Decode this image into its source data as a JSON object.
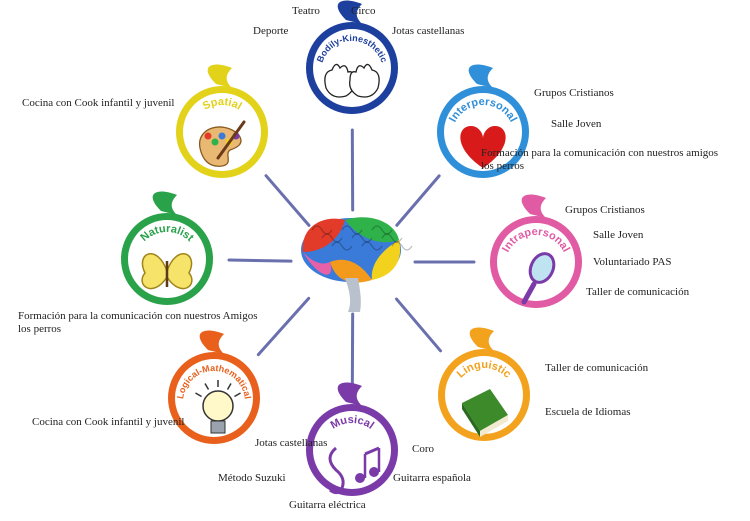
{
  "center": {
    "icon": "brain-icon"
  },
  "intelligences": [
    {
      "key": "bodily",
      "title": "Bodily-Kinesthetic",
      "color": "#1d3f9e",
      "icon": "gloves-icon",
      "activities": [
        "Teatro",
        "Circo",
        "Deporte",
        "Jotas castellanas"
      ]
    },
    {
      "key": "interpersonal",
      "title": "Interpersonal",
      "color": "#2f8fd8",
      "icon": "heart-icon",
      "activities": [
        "Grupos Cristianos",
        "Salle Joven",
        "Formación para la comunicación con nuestros amigos los perros"
      ]
    },
    {
      "key": "intrapersonal",
      "title": "Intrapersonal",
      "color": "#e05ba3",
      "icon": "mirror-icon",
      "activities": [
        "Grupos Cristianos",
        "Salle Joven",
        "Voluntariado PAS",
        "Taller de comunicación"
      ]
    },
    {
      "key": "linguistic",
      "title": "Linguistic",
      "color": "#f2a21c",
      "icon": "book-icon",
      "activities": [
        "Taller de comunicación",
        "Escuela de Idiomas"
      ]
    },
    {
      "key": "musical",
      "title": "Musical",
      "color": "#7a3aa8",
      "icon": "music-notes-icon",
      "activities": [
        "Coro",
        "Guitarra española",
        "Guitarra eléctrica",
        "Método Suzuki",
        "Jotas castellanas"
      ]
    },
    {
      "key": "logical",
      "title": "Logical-Mathematical",
      "color": "#e8601c",
      "icon": "lightbulb-icon",
      "activities": [
        "Cocina con Cook infantil y juvenil"
      ]
    },
    {
      "key": "naturalist",
      "title": "Naturalist",
      "color": "#2aa24a",
      "icon": "butterfly-icon",
      "activities": [
        "Formación para la comunicación con nuestros Amigos los perros"
      ]
    },
    {
      "key": "spatial",
      "title": "Spatial",
      "color": "#e3d21a",
      "icon": "palette-icon",
      "activities": [
        "Cocina con Cook infantil y juvenil"
      ]
    }
  ]
}
